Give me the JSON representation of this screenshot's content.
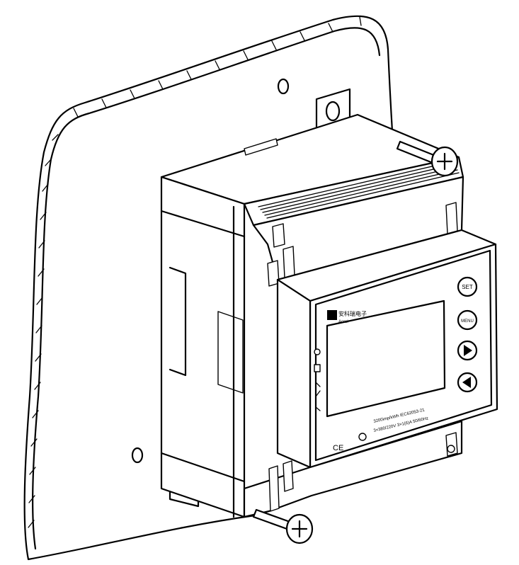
{
  "device": {
    "brand_cn": "安科瑞电子",
    "brand_en": "Acrel",
    "rating_line_1": "3200imp/kWh IEC62053-21",
    "rating_line_2": "3×380/220V 3×1(6)A 50/60Hz",
    "ce_mark": "CE"
  },
  "buttons": {
    "set": "SET",
    "menu": "MENU"
  },
  "icons": {
    "right": "play-right-icon",
    "left": "play-left-icon",
    "screw": "phillips-screw-icon"
  }
}
